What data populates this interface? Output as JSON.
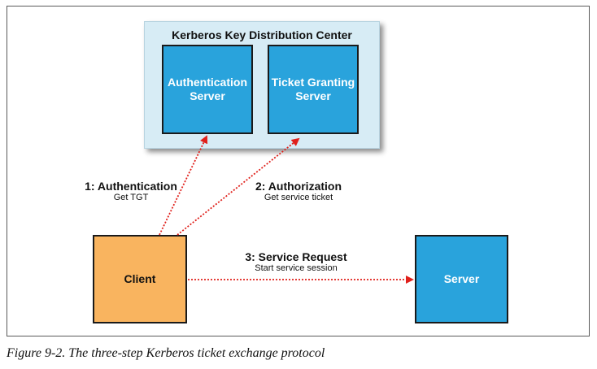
{
  "kdc": {
    "title": "Kerberos Key Distribution Center",
    "auth_server": "Authentication\nServer",
    "tgs_server": "Ticket Granting\nServer"
  },
  "nodes": {
    "client": "Client",
    "server": "Server"
  },
  "steps": [
    {
      "label": "1: Authentication",
      "sub": "Get TGT"
    },
    {
      "label": "2: Authorization",
      "sub": "Get service ticket"
    },
    {
      "label": "3: Service Request",
      "sub": "Start service session"
    }
  ],
  "caption": "Figure 9-2. The three-step Kerberos ticket exchange protocol",
  "colors": {
    "server_blue": "#29a3dc",
    "client_orange": "#f9b45f",
    "kdc_background": "#d7ecf5",
    "arrow_red": "#e0201b"
  }
}
